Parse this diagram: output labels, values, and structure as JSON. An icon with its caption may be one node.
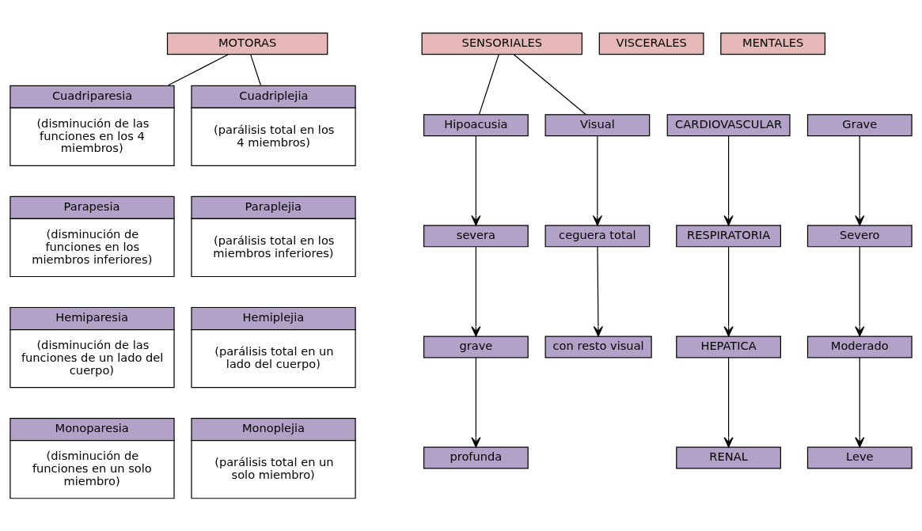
{
  "diagram": {
    "nodes": [
      {
        "text": [
          "MOTORAS"
        ]
      },
      {
        "text": [
          "SENSORIALES"
        ]
      },
      {
        "text": [
          "VISCERALES"
        ]
      },
      {
        "text": [
          "MENTALES"
        ]
      },
      {
        "text": [
          "Cuadriparesia",
          "(disminución de las funciones en los 4 miembros)"
        ]
      },
      {
        "text": [
          "Cuadriplejia",
          "(parálisis total en los 4 miembros)"
        ]
      },
      {
        "text": [
          "Hipoacusia"
        ]
      },
      {
        "text": [
          "Visual"
        ]
      },
      {
        "text": [
          "CARDIOVASCULAR"
        ]
      },
      {
        "text": [
          "Grave"
        ]
      },
      {
        "text": [
          "severa"
        ]
      },
      {
        "text": [
          "ceguera total"
        ]
      },
      {
        "text": [
          "RESPIRATORIA"
        ]
      },
      {
        "text": [
          "Severo"
        ]
      },
      {
        "text": [
          "Parapesia",
          "(disminución de funciones en los miembros inferiores)"
        ]
      },
      {
        "text": [
          "Paraplejia",
          "(parálisis total en los miembros inferiores)"
        ]
      },
      {
        "text": [
          "grave"
        ]
      },
      {
        "text": [
          "con resto visual"
        ]
      },
      {
        "text": [
          "HEPATICA"
        ]
      },
      {
        "text": [
          "Moderado"
        ]
      },
      {
        "text": [
          "Hemiparesia",
          "(disminución de las funciones de un lado del cuerpo)"
        ]
      },
      {
        "text": [
          "Hemiplejia",
          "(parálisis total en un lado del cuerpo)"
        ]
      },
      {
        "text": [
          "profunda"
        ]
      },
      {
        "text": [
          "RENAL"
        ]
      },
      {
        "text": [
          "Leve"
        ]
      },
      {
        "text": [
          "Monoparesia",
          "(disminución de funciones en un solo miembro)"
        ]
      },
      {
        "text": [
          "Monoplejia",
          "(parálisis total en un solo miembro)"
        ]
      }
    ],
    "edges": [
      {
        "from": 0,
        "to": 4,
        "arrow": "none"
      },
      {
        "from": 0,
        "to": 5,
        "arrow": "none"
      },
      {
        "from": 1,
        "to": 6,
        "arrow": "none"
      },
      {
        "from": 1,
        "to": 7,
        "arrow": "none"
      },
      {
        "from": 6,
        "to": 10,
        "arrow": "to"
      },
      {
        "from": 7,
        "to": 11,
        "arrow": "to"
      },
      {
        "from": 8,
        "to": 12,
        "arrow": "to"
      },
      {
        "from": 9,
        "to": 13,
        "arrow": "to"
      },
      {
        "from": 10,
        "to": 16,
        "arrow": "to"
      },
      {
        "from": 11,
        "to": 17,
        "arrow": "to"
      },
      {
        "from": 12,
        "to": 18,
        "arrow": "to"
      },
      {
        "from": 13,
        "to": 19,
        "arrow": "to"
      },
      {
        "from": 16,
        "to": 22,
        "arrow": "to"
      },
      {
        "from": 18,
        "to": 23,
        "arrow": "to"
      },
      {
        "from": 19,
        "to": 24,
        "arrow": "to"
      }
    ]
  }
}
